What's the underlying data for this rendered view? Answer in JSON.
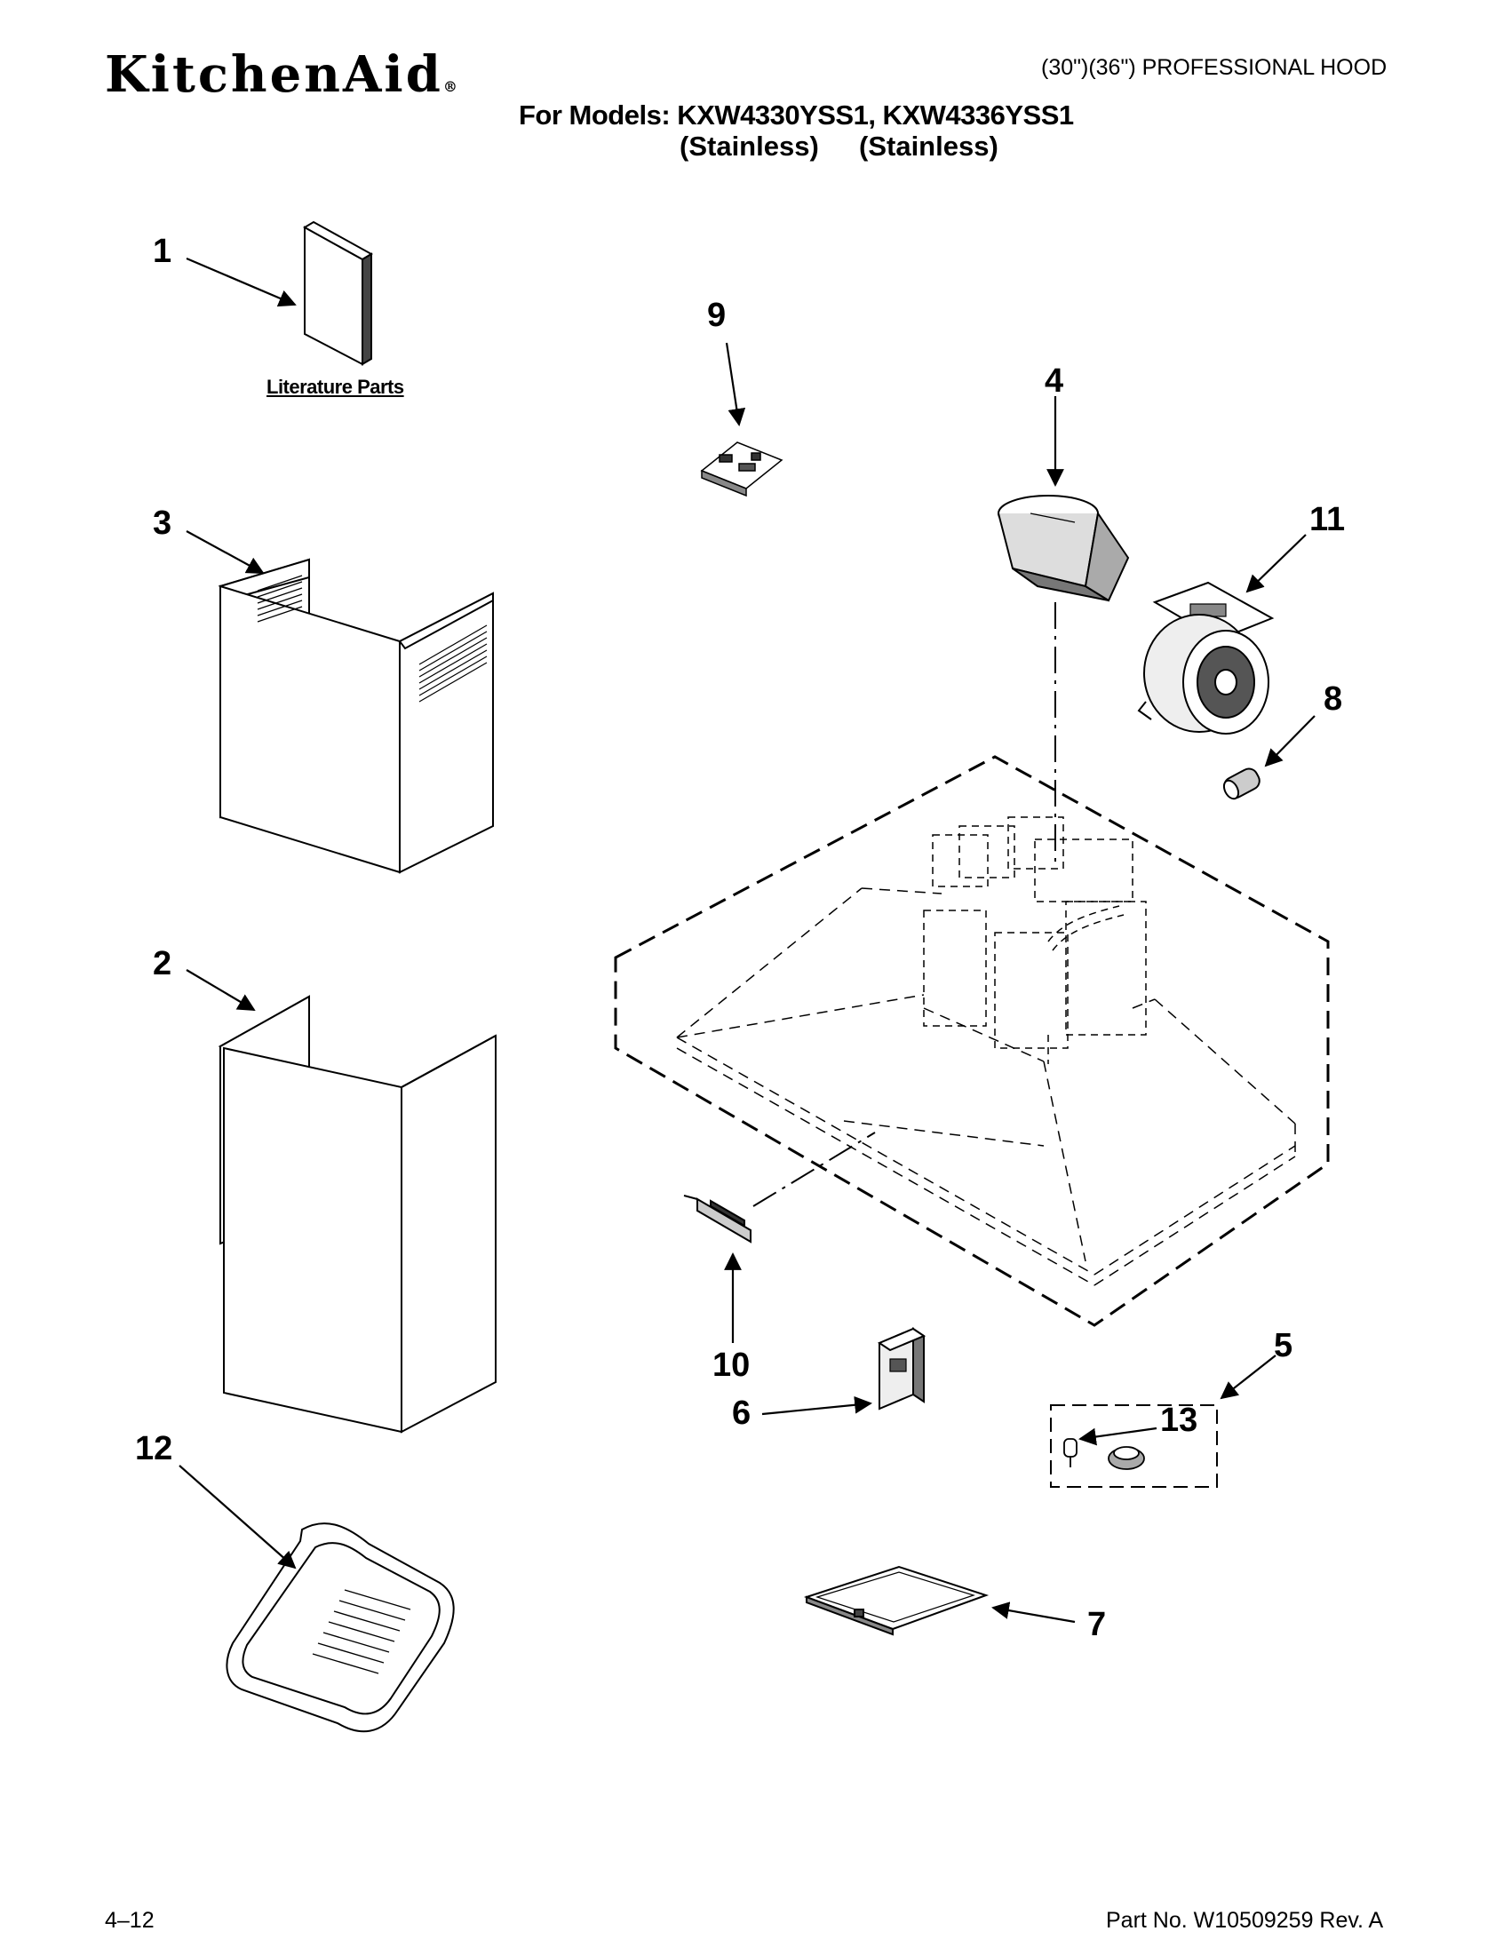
{
  "header": {
    "brand": "KitchenAid",
    "brand_mark": "®",
    "product": "(30\")(36\") PROFESSIONAL HOOD",
    "models_line": "For Models: KXW4330YSS1, KXW4336YSS1",
    "finish_1": "(Stainless)",
    "finish_2": "(Stainless)"
  },
  "diagram": {
    "literature_label": "Literature Parts",
    "callouts": [
      "1",
      "2",
      "3",
      "4",
      "5",
      "6",
      "7",
      "8",
      "9",
      "10",
      "11",
      "12",
      "13"
    ]
  },
  "footer": {
    "page": "4–12",
    "part_number": "Part No. W10509259 Rev. A"
  }
}
